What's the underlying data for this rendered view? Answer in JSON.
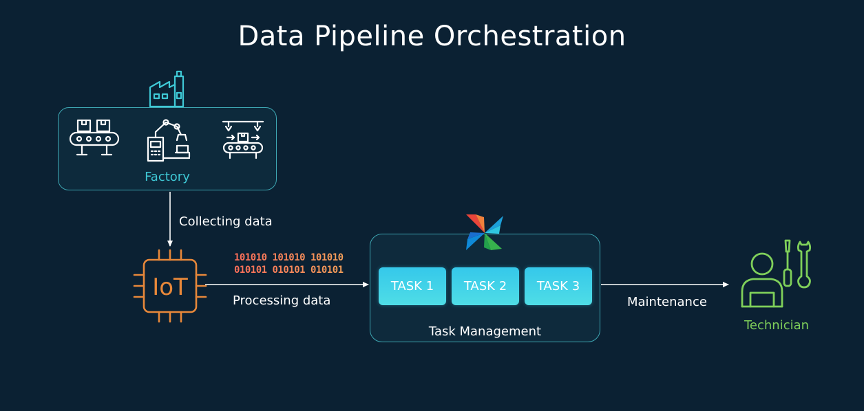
{
  "title": "Data Pipeline Orchestration",
  "factory": {
    "label": "Factory"
  },
  "edges": {
    "collecting": "Collecting data",
    "processing": "Processing data",
    "maintenance": "Maintenance"
  },
  "iot": {
    "chip_text": "IoT"
  },
  "binary": {
    "row1": "101010 101010 101010",
    "row2": "010101 010101 010101"
  },
  "task_management": {
    "label": "Task Management",
    "tasks": [
      "TASK 1",
      "TASK 2",
      "TASK 3"
    ]
  },
  "technician": {
    "label": "Technician"
  },
  "colors": {
    "background": "#0b2133",
    "accent_cyan": "#3fc9d6",
    "iot_orange": "#e8883a",
    "technician_green": "#7fcf5a",
    "task_fill": "#35c8ea"
  },
  "icons": [
    "factory-icon",
    "conveyor-icon",
    "robot-arm-icon",
    "assembly-line-icon",
    "iot-chip-icon",
    "airflow-pinwheel-icon",
    "technician-icon"
  ]
}
